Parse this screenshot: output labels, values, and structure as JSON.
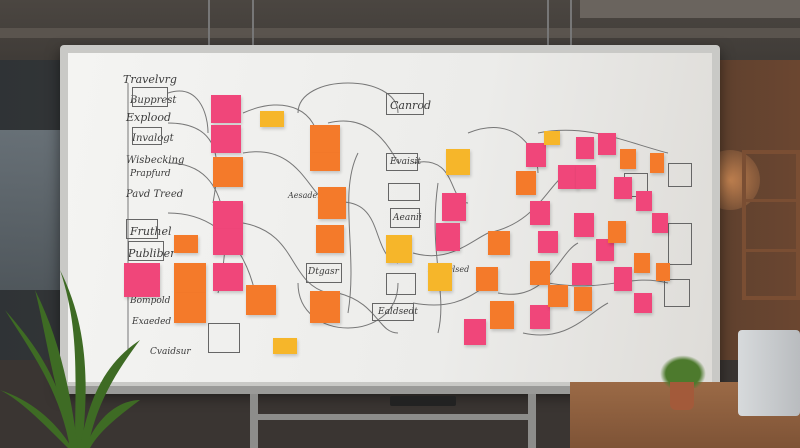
{
  "scene": {
    "kind": "office whiteboard with sticky-note workflow diagram",
    "accent_colors": {
      "pink": "#f0467a",
      "orange": "#f47a2a",
      "yellow": "#f6b62a"
    }
  },
  "board": {
    "labels": {
      "l1": "Travelvrg",
      "l2": "Bupprest",
      "l3": "Explood",
      "l4": "Invalogt",
      "l5": "Wisbecking",
      "l6": "Prapfurd",
      "l7": "Pavd Treed",
      "l8": "Fruthel",
      "l9": "Publiber",
      "l10": "Bompold",
      "l11": "Exaeded",
      "l12": "Canrod",
      "l13": "Evaisit",
      "l14": "Dtgasr",
      "l15": "Ealdsedt",
      "l16": "Cvaidsur",
      "l17": "Aeanii",
      "l18": "Aesaden",
      "l19": "Ekacelsed"
    }
  }
}
